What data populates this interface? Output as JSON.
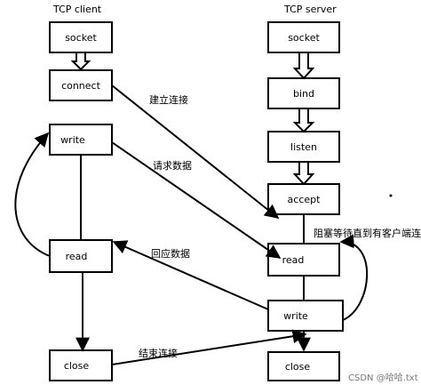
{
  "client": {
    "title": "TCP client",
    "socket": "socket",
    "connect": "connect",
    "write": "write",
    "read": "read",
    "close": "close"
  },
  "server": {
    "title": "TCP server",
    "socket": "socket",
    "bind": "bind",
    "listen": "listen",
    "accept": "accept",
    "read": "read",
    "write": "write",
    "close": "close"
  },
  "annotations": {
    "connect": "建立连接",
    "request": "请求数据",
    "block": "阻塞等待直到有客户端连接",
    "response": "回应数据",
    "end": "结束连接"
  },
  "watermark": "CSDN @哈哈.txt"
}
